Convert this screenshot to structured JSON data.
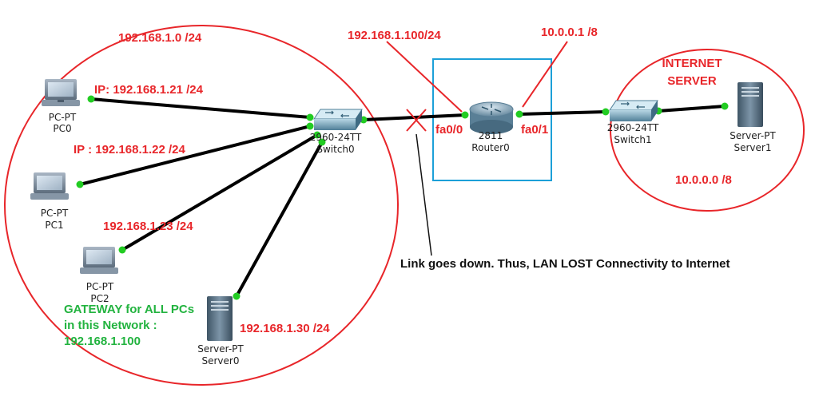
{
  "networks": {
    "lan_subnet": "192.168.1.0 /24",
    "internet_title_line1": "INTERNET",
    "internet_title_line2": "SERVER",
    "internet_subnet": "10.0.0.0 /8"
  },
  "ip_labels": {
    "pc0": "IP: 192.168.1.21 /24",
    "pc1": "IP : 192.168.1.22 /24",
    "pc2": "192.168.1.23 /24",
    "server0": "192.168.1.30 /24",
    "router_fa00": "192.168.1.100/24",
    "router_fa01": "10.0.0.1 /8"
  },
  "interfaces": {
    "fa00": "fa0/0",
    "fa01": "fa0/1"
  },
  "devices": {
    "pc0": {
      "type": "PC-PT",
      "name": "PC0"
    },
    "pc1": {
      "type": "PC-PT",
      "name": "PC1"
    },
    "pc2": {
      "type": "PC-PT",
      "name": "PC2"
    },
    "server0": {
      "type": "Server-PT",
      "name": "Server0"
    },
    "switch0": {
      "type": "2960-24TT",
      "name": "Switch0"
    },
    "router0": {
      "type": "2811",
      "name": "Router0"
    },
    "switch1": {
      "type": "2960-24TT",
      "name": "Switch1"
    },
    "server1": {
      "type": "Server-PT",
      "name": "Server1"
    }
  },
  "gateway_note": {
    "line1": "GATEWAY for ALL PCs",
    "line2": "in this Network :",
    "line3": "192.168.1.100"
  },
  "annotation": "Link goes down. Thus, LAN LOST Connectivity to Internet",
  "colors": {
    "annotation_red": "#e8262a",
    "gateway_green": "#22b33f",
    "router_box": "#1ca0d8",
    "port_green": "#22cc22"
  }
}
